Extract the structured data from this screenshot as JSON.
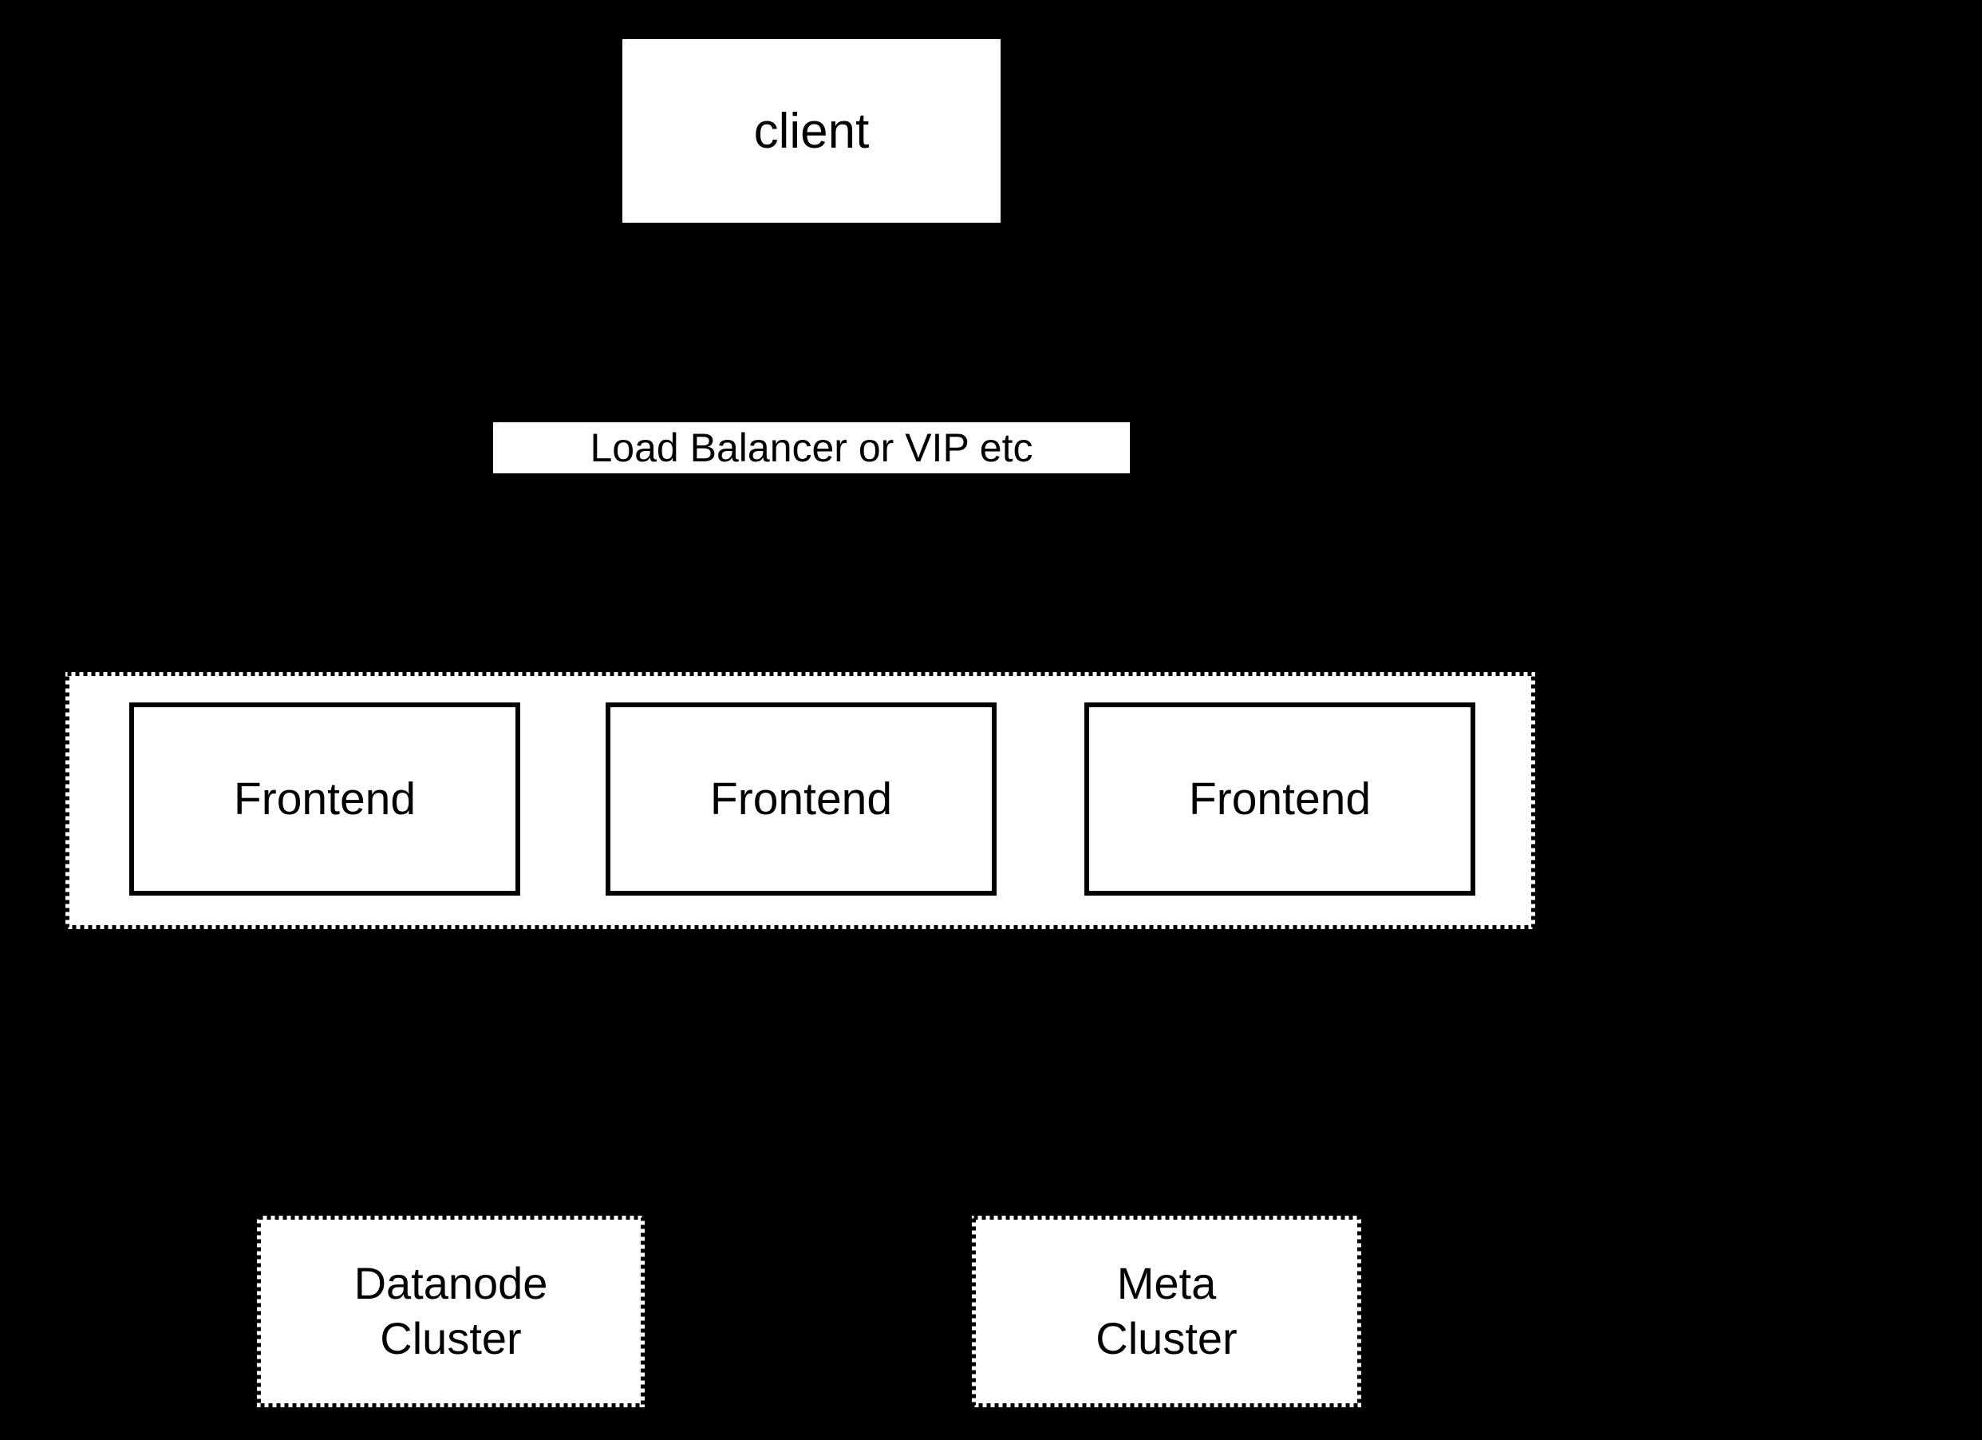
{
  "diagram": {
    "nodes": {
      "client": {
        "label": "client"
      },
      "load_balancer": {
        "label": "Load Balancer or VIP etc"
      },
      "frontend_group": {
        "frontends": [
          {
            "label": "Frontend"
          },
          {
            "label": "Frontend"
          },
          {
            "label": "Frontend"
          }
        ]
      },
      "datanode_cluster": {
        "label": "Datanode\nCluster"
      },
      "meta_cluster": {
        "label": "Meta\nCluster"
      }
    },
    "colors": {
      "background": "#000000",
      "node_fill": "#ffffff",
      "node_border": "#000000",
      "text": "#000000"
    }
  }
}
